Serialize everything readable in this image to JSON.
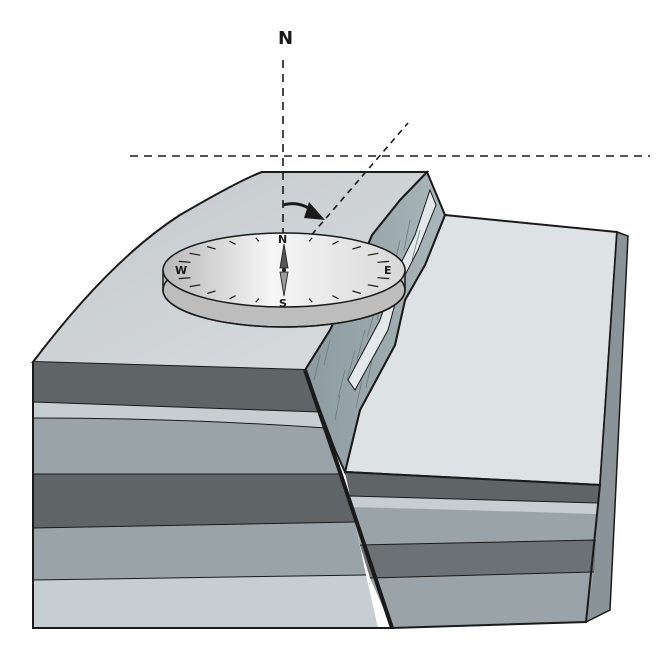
{
  "labels": {
    "north_reference": "N"
  },
  "compass": {
    "north": "N",
    "south": "S",
    "east": "E",
    "west": "W"
  },
  "colors": {
    "outline": "#1a1a1a",
    "top_surface": "#cfd3d6",
    "fault_plane": "#97a6ab",
    "layer_dark": "#5f6466",
    "layer_mid": "#9aa4a8",
    "layer_light": "#c6ced1",
    "layer_pale": "#dfe5e7",
    "compass_face": "#eeeeee",
    "compass_rim": "#bdbdbd"
  }
}
